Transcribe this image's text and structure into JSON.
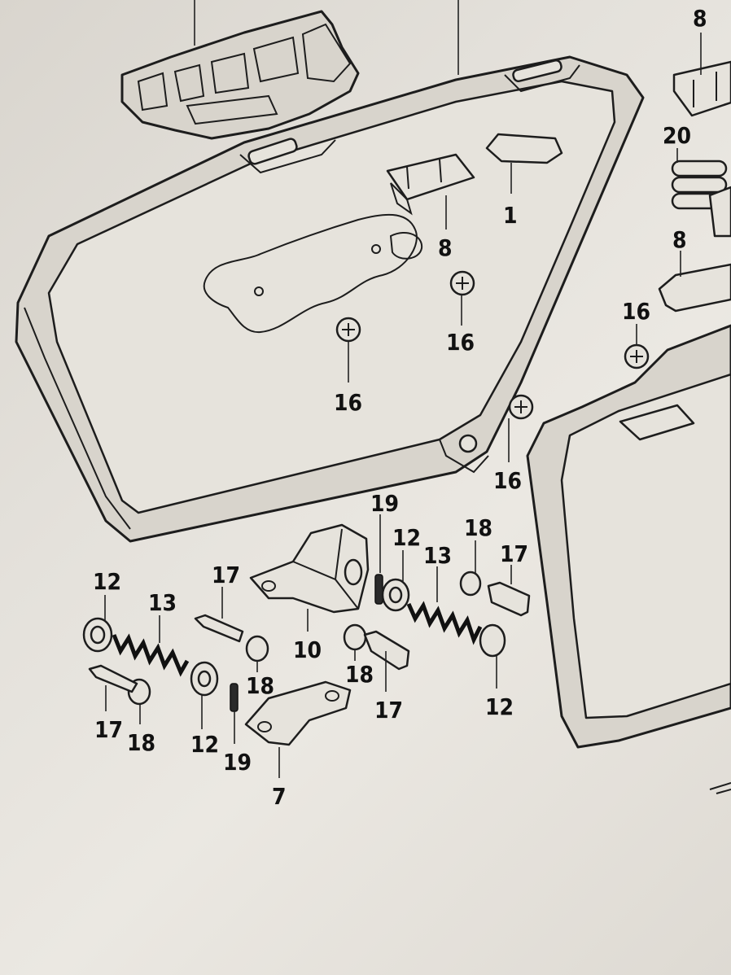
{
  "diagram": {
    "callouts": [
      {
        "id": "c1",
        "label": "1"
      },
      {
        "id": "c8a",
        "label": "8"
      },
      {
        "id": "c8b",
        "label": "8"
      },
      {
        "id": "c8c",
        "label": "8"
      },
      {
        "id": "c20",
        "label": "20"
      },
      {
        "id": "c16a",
        "label": "16"
      },
      {
        "id": "c16b",
        "label": "16"
      },
      {
        "id": "c16c",
        "label": "16"
      },
      {
        "id": "c16d",
        "label": "16"
      },
      {
        "id": "c19a",
        "label": "19"
      },
      {
        "id": "c12a",
        "label": "12"
      },
      {
        "id": "c13a",
        "label": "13"
      },
      {
        "id": "c18a",
        "label": "18"
      },
      {
        "id": "c17a",
        "label": "17"
      },
      {
        "id": "c10",
        "label": "10"
      },
      {
        "id": "c18b",
        "label": "18"
      },
      {
        "id": "c17b",
        "label": "17"
      },
      {
        "id": "c12b",
        "label": "12"
      },
      {
        "id": "c12c",
        "label": "12"
      },
      {
        "id": "c13b",
        "label": "13"
      },
      {
        "id": "c17c",
        "label": "17"
      },
      {
        "id": "c18c",
        "label": "18"
      },
      {
        "id": "c17d",
        "label": "17"
      },
      {
        "id": "c18d",
        "label": "18"
      },
      {
        "id": "c12d",
        "label": "12"
      },
      {
        "id": "c19b",
        "label": "19"
      },
      {
        "id": "c7",
        "label": "7"
      }
    ]
  }
}
